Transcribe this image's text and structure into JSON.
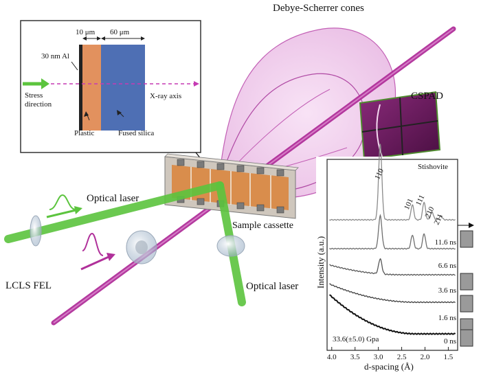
{
  "labels": {
    "cones": "Debye-Scherrer cones",
    "cspad": "CSPAD",
    "optical_laser_1": "Optical laser",
    "optical_laser_2": "Optical laser",
    "sample_cassette": "Sample cassette",
    "lcls": "LCLS FEL"
  },
  "inset": {
    "dim_10": "10 μm",
    "dim_60": "60 μm",
    "al_label": "30 nm Al",
    "stress_line1": "Stress",
    "stress_line2": "direction",
    "xray_axis": "X-ray axis",
    "plastic": "Plastic",
    "fused_silica": "Fused silica"
  },
  "chart": {
    "phase": "Stishovite",
    "peaks": [
      "110",
      "101",
      "111",
      "210",
      "211"
    ],
    "times": [
      "11.6 ns",
      "6.6 ns",
      "3.6 ns",
      "1.6 ns",
      "0 ns"
    ],
    "pressure": "33.6(±5.0) Gpa",
    "ylabel": "Intensity (a.u.)",
    "xlabel": "d-spacing (Å)",
    "xticks": [
      "4.0",
      "3.5",
      "3.0",
      "2.5",
      "2.0",
      "1.5"
    ]
  },
  "chart_data": {
    "type": "line",
    "title": "",
    "xlabel": "d-spacing (Å)",
    "ylabel": "Intensity (a.u.)",
    "xlim": [
      4.1,
      1.3
    ],
    "x_reversed": true,
    "series": [
      {
        "name": "11.6 ns",
        "peaks_d": [
          2.96,
          2.27,
          2.02,
          1.85,
          1.66
        ]
      },
      {
        "name": "6.6 ns",
        "peaks_d": [
          2.96,
          2.27,
          2.02
        ]
      },
      {
        "name": "3.6 ns",
        "peaks_d": [
          2.96
        ]
      },
      {
        "name": "1.6 ns",
        "peaks_d": []
      },
      {
        "name": "0 ns",
        "peaks_d": []
      }
    ],
    "peak_labels": [
      "110",
      "101",
      "111",
      "210",
      "211"
    ],
    "annotation": "33.6(±5.0) Gpa",
    "phase_label": "Stishovite"
  },
  "colors": {
    "magenta": "#b0309a",
    "cone": "#d98ad0",
    "green": "#5cc43e",
    "plastic": "#e2915e",
    "silica": "#4e6fb4"
  }
}
